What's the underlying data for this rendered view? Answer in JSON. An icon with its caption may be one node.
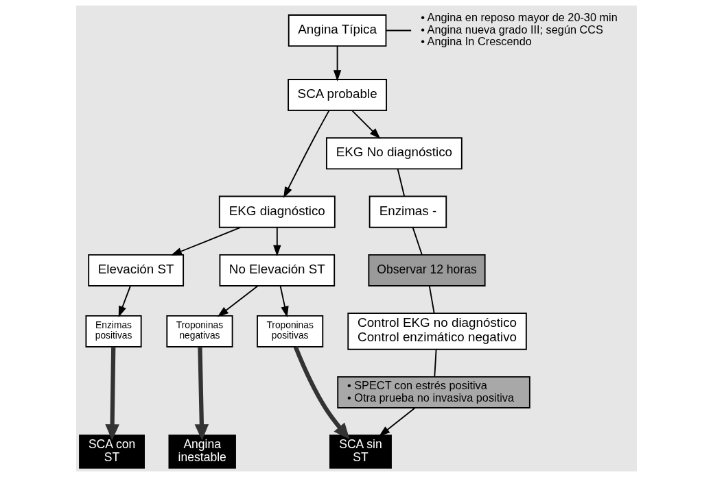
{
  "diagram": {
    "nodes": [
      {
        "text": [
          "Angina Típica"
        ]
      },
      {
        "text": [
          "SCA probable"
        ]
      },
      {
        "text": [
          "EKG diagnóstico"
        ]
      },
      {
        "text": [
          "EKG No diagnóstico"
        ]
      },
      {
        "text": [
          "Elevación ST"
        ]
      },
      {
        "text": [
          "No Elevación ST"
        ]
      },
      {
        "text": [
          "Enzimas -"
        ]
      },
      {
        "text": [
          "Observar 12 horas"
        ]
      },
      {
        "text": [
          "Control EKG no diagnóstico",
          "Control enzimático negativo"
        ]
      },
      {
        "text": [
          "Enzimas positivas"
        ]
      },
      {
        "text": [
          "Troponinas negativas"
        ]
      },
      {
        "text": [
          "Troponinas positivas"
        ]
      },
      {
        "text": [
          "• SPECT con estrés positiva",
          "• Otra prueba no invasiva positiva"
        ]
      },
      {
        "text": [
          "SCA con ST"
        ]
      },
      {
        "text": [
          "Angina inestable"
        ]
      },
      {
        "text": [
          "SCA sin ST"
        ]
      },
      {
        "text": [
          "• Angina en reposo mayor de 20-30 min",
          "• Angina nueva grado III; según CCS",
          "• Angina In Crescendo"
        ]
      }
    ],
    "edges": [
      {
        "from": 0,
        "to": 1,
        "arrow": "to"
      },
      {
        "from": 0,
        "to": 16,
        "arrow": "none"
      },
      {
        "from": 1,
        "to": 2,
        "arrow": "to"
      },
      {
        "from": 1,
        "to": 3,
        "arrow": "to"
      },
      {
        "from": 2,
        "to": 4,
        "arrow": "to"
      },
      {
        "from": 2,
        "to": 5,
        "arrow": "to"
      },
      {
        "from": 3,
        "to": 6,
        "arrow": "none"
      },
      {
        "from": 6,
        "to": 7,
        "arrow": "none"
      },
      {
        "from": 7,
        "to": 8,
        "arrow": "none"
      },
      {
        "from": 4,
        "to": 9,
        "arrow": "to"
      },
      {
        "from": 5,
        "to": 10,
        "arrow": "to"
      },
      {
        "from": 5,
        "to": 11,
        "arrow": "to"
      },
      {
        "from": 8,
        "to": 12,
        "arrow": "none"
      },
      {
        "from": 9,
        "to": 13,
        "arrow": "to",
        "style": "thick"
      },
      {
        "from": 10,
        "to": 14,
        "arrow": "to",
        "style": "thick"
      },
      {
        "from": 11,
        "to": 15,
        "arrow": "to",
        "style": "thick"
      },
      {
        "from": 12,
        "to": 15,
        "arrow": "to"
      }
    ]
  }
}
